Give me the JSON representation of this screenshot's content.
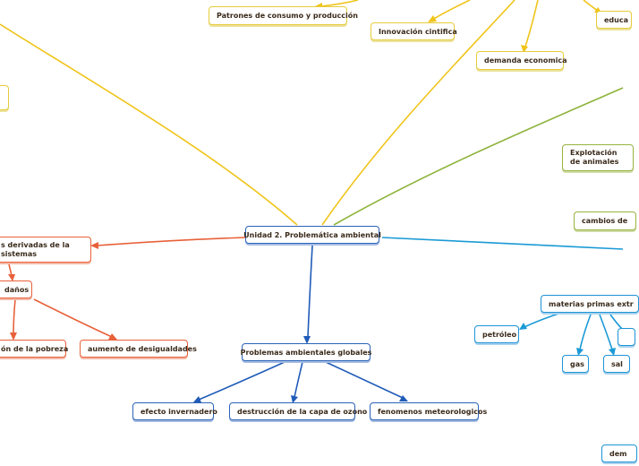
{
  "colors": {
    "yellow": "#f0c419",
    "green": "#8db33a",
    "orange": "#e8613a",
    "blue": "#1a9ad6",
    "navy": "#1f5bb8"
  },
  "root": {
    "label": "Unidad 2. Problemática ambiental"
  },
  "yellow_branch": {
    "patrones": "Patrones de consumo y producción",
    "innovacion": "Innovación cintifica",
    "demanda": "demanda economica",
    "educa": "educa"
  },
  "green_branch": {
    "explotacion": "Explotación de animales",
    "cambios": "cambios de"
  },
  "orange_branch": {
    "derivadas": "s derivadas de la sistemas",
    "danos": "daños",
    "pobreza": "ón de la pobreza",
    "desigualdades": "aumento de desigualdades"
  },
  "navy_branch": {
    "globales": "Problemas ambientales globales",
    "invernadero": "efecto invernadero",
    "ozono": "destrucción de la capa de ozono",
    "meteorologicos": "fenomenos meteorologicos"
  },
  "blue_branch": {
    "materias": "materias primas extr",
    "petroleo": "petróleo",
    "gas": "gas",
    "sal": "sal",
    "dem": "dem"
  }
}
